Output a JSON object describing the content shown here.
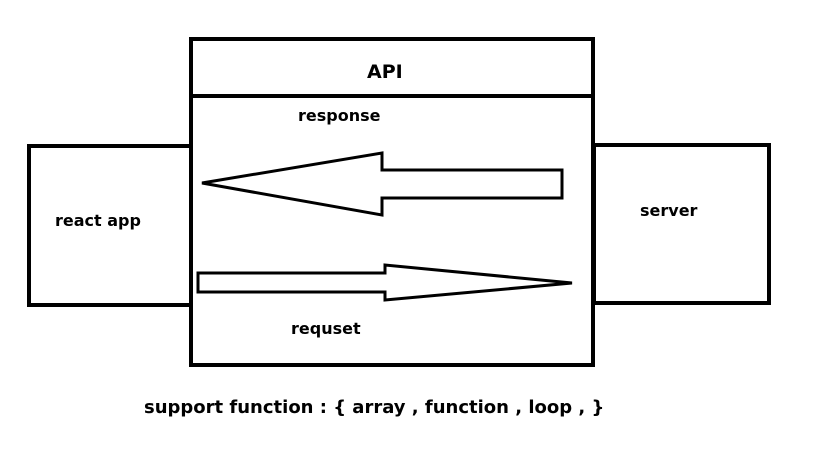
{
  "api": {
    "title": "API"
  },
  "react_app": {
    "label": "react app"
  },
  "server": {
    "label": "server"
  },
  "response": {
    "label": "response",
    "direction": "server-to-react-app"
  },
  "request": {
    "label": "requset",
    "direction": "react-app-to-server"
  },
  "footer": {
    "text": "support function : { array , function , loop , }"
  }
}
